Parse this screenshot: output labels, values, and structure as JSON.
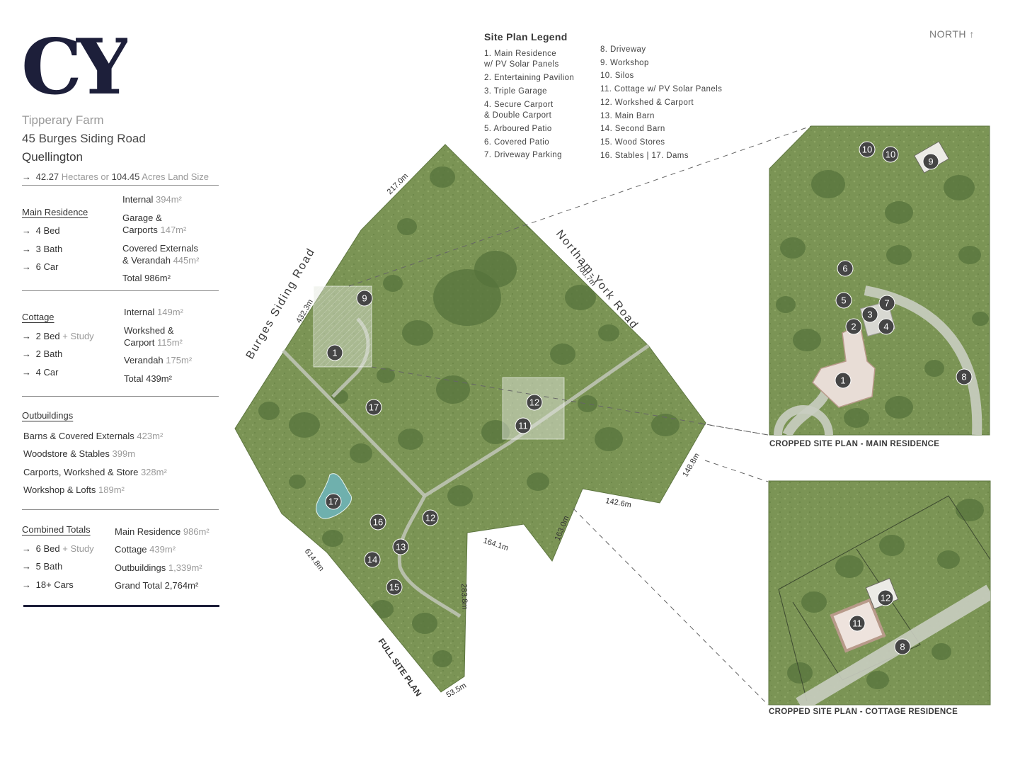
{
  "brand": {
    "logo_text": "CY"
  },
  "property": {
    "name": "Tipperary Farm",
    "address": "45 Burges Siding Road",
    "town": "Quellington",
    "land": {
      "hectares": "42.27",
      "hectares_unit": "Hectares or",
      "acres": "104.45",
      "acres_unit": "Acres",
      "label": "Land Size"
    }
  },
  "main_residence": {
    "title": "Main Residence",
    "features": [
      "4 Bed",
      "3 Bath",
      "6 Car"
    ],
    "areas": [
      {
        "label": "Internal",
        "value": "394m²"
      },
      {
        "label": "Garage &",
        "label2": "Carports",
        "value": "147m²"
      },
      {
        "label": "Covered Externals",
        "label2": "& Verandah",
        "value": "445m²"
      },
      {
        "label": "Total",
        "value": "986m²"
      }
    ]
  },
  "cottage": {
    "title": "Cottage",
    "features": [
      {
        "main": "2 Bed",
        "extra": "+ Study"
      },
      {
        "main": "2 Bath",
        "extra": ""
      },
      {
        "main": "4 Car",
        "extra": ""
      }
    ],
    "areas": [
      {
        "label": "Internal",
        "value": "149m²"
      },
      {
        "label": "Workshed &",
        "label2": "Carport",
        "value": "115m²"
      },
      {
        "label": "Verandah",
        "value": "175m²"
      },
      {
        "label": "Total",
        "value": "439m²"
      }
    ]
  },
  "outbuildings": {
    "title": "Outbuildings",
    "items": [
      {
        "label": "Barns & Covered Externals",
        "value": "423m²"
      },
      {
        "label": "Woodstore & Stables",
        "value": "399m"
      },
      {
        "label": "Carports, Workshed & Store",
        "value": "328m²"
      },
      {
        "label": "Workshop & Lofts",
        "value": "189m²"
      }
    ]
  },
  "combined": {
    "title": "Combined Totals",
    "features": [
      {
        "main": "6 Bed",
        "extra": "+ Study"
      },
      {
        "main": "5 Bath",
        "extra": ""
      },
      {
        "main": "18+ Cars",
        "extra": ""
      }
    ],
    "areas": [
      {
        "label": "Main Residence",
        "value": "986m²"
      },
      {
        "label": "Cottage",
        "value": "439m²"
      },
      {
        "label": "Outbuildings",
        "value": "1,339m²"
      },
      {
        "label": "Grand Total",
        "value": "2,764m²"
      }
    ]
  },
  "legend": {
    "title": "Site Plan Legend",
    "col1": [
      "1. Main Residence",
      "w/ PV Solar Panels",
      "2. Entertaining Pavilion",
      "3. Triple Garage",
      "4. Secure Carport",
      "& Double Carport",
      "5. Arboured Patio",
      "6. Covered Patio",
      "7. Driveway Parking"
    ],
    "col2": [
      "8. Driveway",
      "9. Workshop",
      "10. Silos",
      "11. Cottage w/ PV Solar Panels",
      "12. Workshed & Carport",
      "13. Main Barn",
      "14. Second Barn",
      "15. Wood Stores",
      "16. Stables  |  17. Dams"
    ]
  },
  "north_label": "NORTH ↑",
  "map": {
    "roads": {
      "burges": "Burges Siding Road",
      "northam": "Northam-York Road"
    },
    "dimensions": {
      "d217": "217.0m",
      "d432": "432.3m",
      "d700": "700.7m",
      "d148": "148.8m",
      "d142": "142.6m",
      "d163": "163.0m",
      "d164": "164.1m",
      "d283": "283.8m",
      "d53": "53.5m",
      "d614": "614.8m"
    },
    "full_label": "FULL SITE PLAN",
    "markers": {
      "m1": "1",
      "m9": "9",
      "m17a": "17",
      "m17b": "17",
      "m12": "12",
      "m11": "11",
      "m16": "16",
      "m12b": "12",
      "m13": "13",
      "m14": "14",
      "m15": "15"
    }
  },
  "inset_main": {
    "caption": "CROPPED SITE PLAN - MAIN RESIDENCE",
    "markers": {
      "a10": "10",
      "b10": "10",
      "m9": "9",
      "m6": "6",
      "m5": "5",
      "m7": "7",
      "m3": "3",
      "m2": "2",
      "m4": "4",
      "m8": "8",
      "m1": "1"
    }
  },
  "inset_cottage": {
    "caption": "CROPPED SITE PLAN - COTTAGE RESIDENCE",
    "markers": {
      "m12": "12",
      "m11": "11",
      "m8": "8"
    }
  },
  "colors": {
    "grass": "#7b9455",
    "tree": "#52703a",
    "marker": "#454545",
    "brand": "#1d1f3a"
  }
}
